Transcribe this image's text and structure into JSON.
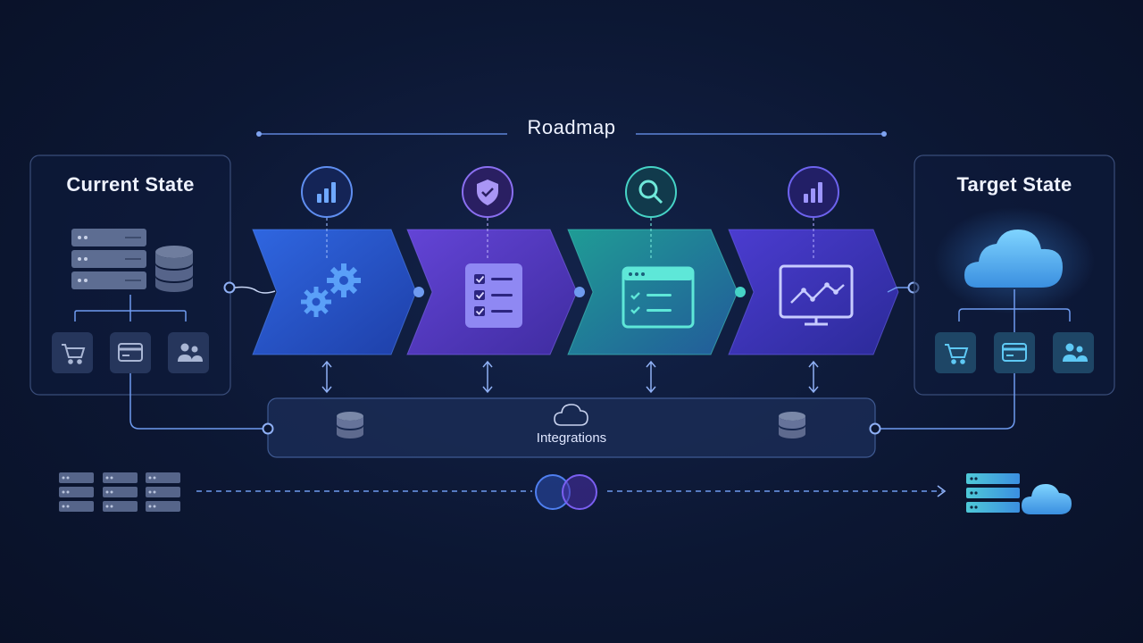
{
  "header": {
    "title": "Roadmap"
  },
  "current_state": {
    "title": "Current State",
    "apps": [
      "cart-icon",
      "card-icon",
      "users-icon"
    ]
  },
  "target_state": {
    "title": "Target State",
    "apps": [
      "cart-icon",
      "card-icon",
      "users-icon"
    ]
  },
  "stages": [
    {
      "badge_icon": "bar-chart-icon",
      "main_icon": "gears-icon",
      "color": "#2f5fd8"
    },
    {
      "badge_icon": "shield-check-icon",
      "main_icon": "checklist-icon",
      "color": "#5b3fc8"
    },
    {
      "badge_icon": "search-icon",
      "main_icon": "browser-checklist-icon",
      "color": "#1f8f8a"
    },
    {
      "badge_icon": "bar-chart-icon",
      "main_icon": "monitor-chart-icon",
      "color": "#4a38c4"
    }
  ],
  "integrations": {
    "label": "Integrations",
    "icon": "cloud-icon"
  },
  "migration": {
    "from": "server-racks-icon",
    "via": "overlap-circles-icon",
    "to": "server-cloud-icon"
  },
  "colors": {
    "background": "#0c1733",
    "line": "#6f9bf0",
    "teal": "#46d3c6",
    "cloud": "#5ab8f0",
    "panel_border": "#3a4d7a"
  }
}
